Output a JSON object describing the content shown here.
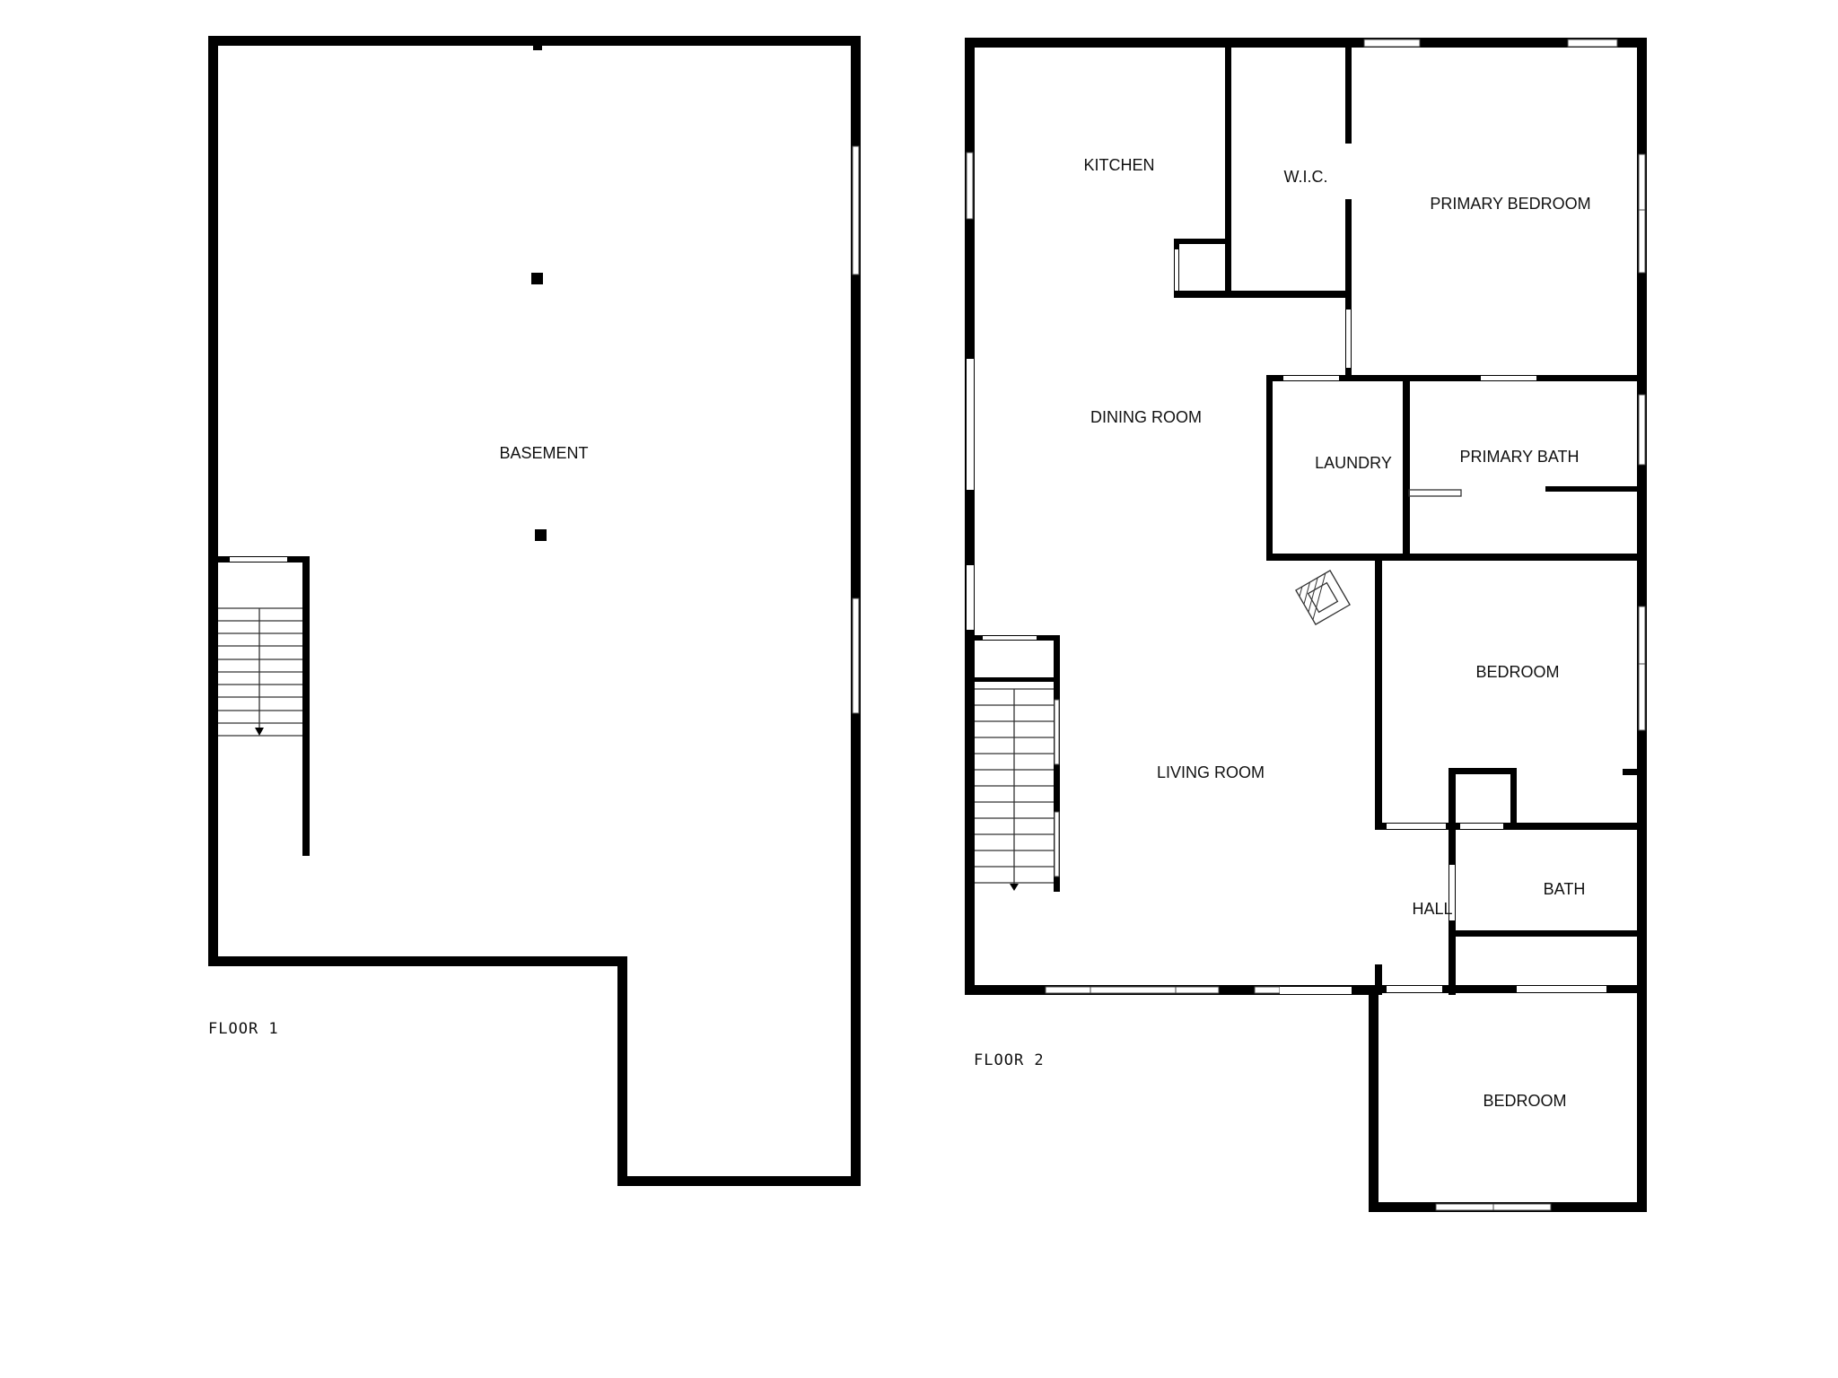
{
  "floors": [
    {
      "label": "FLOOR 1",
      "rooms": {
        "basement": "BASEMENT"
      }
    },
    {
      "label": "FLOOR 2",
      "rooms": {
        "kitchen": "KITCHEN",
        "wic": "W.I.C.",
        "primary_bedroom": "PRIMARY BEDROOM",
        "dining_room": "DINING ROOM",
        "laundry": "LAUNDRY",
        "primary_bath": "PRIMARY BATH",
        "bedroom_1": "BEDROOM",
        "living_room": "LIVING ROOM",
        "hall": "HALL",
        "bath": "BATH",
        "bedroom_2": "BEDROOM"
      }
    }
  ],
  "colors": {
    "wall": "#000000",
    "background": "#ffffff"
  }
}
